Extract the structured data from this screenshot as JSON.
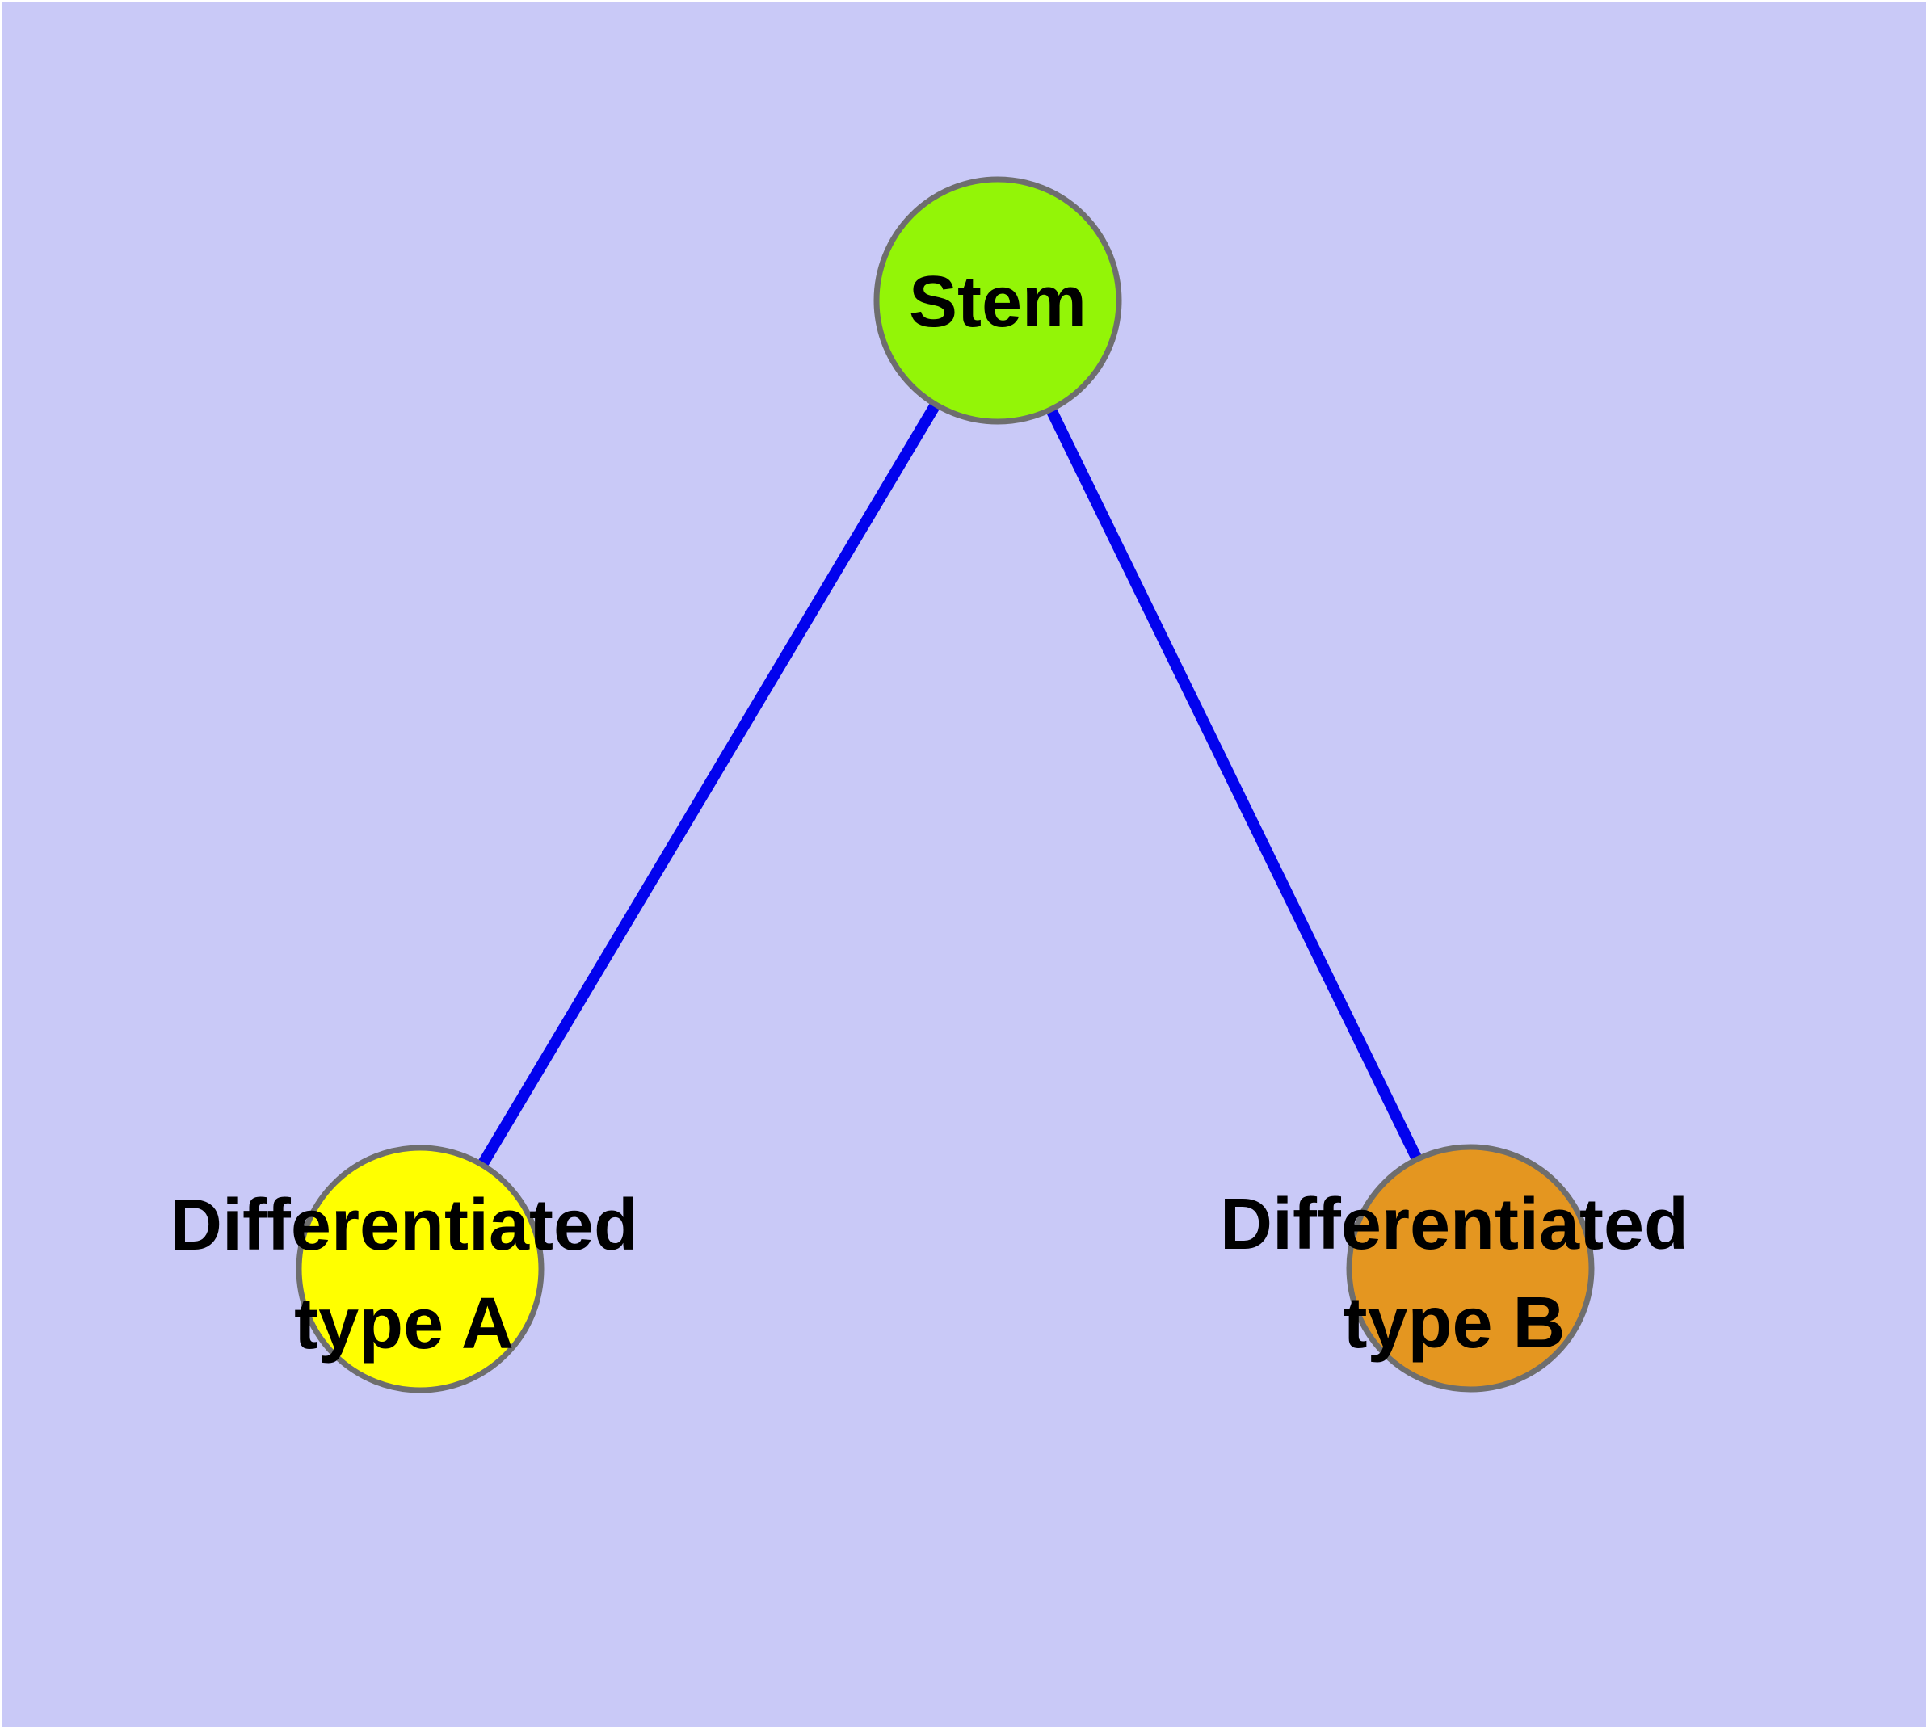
{
  "figure": {
    "type": "graph-diagram",
    "background_color": "#c9c9f7",
    "frame_color": "#ffffff",
    "edge_color": "#0202ee",
    "node_border_color": "#6e6e6e",
    "label_color": "#000000",
    "nodes": {
      "stem": {
        "label": "Stem",
        "fill": "#93f507"
      },
      "type_a": {
        "label_line1": "Differentiated",
        "label_line2": "type A",
        "fill": "#ffff00"
      },
      "type_b": {
        "label_line1": "Differentiated",
        "label_line2": "type B",
        "fill": "#e49620"
      }
    },
    "edges": [
      {
        "from": "Stem",
        "to": "Differentiated type A"
      },
      {
        "from": "Stem",
        "to": "Differentiated type B"
      }
    ]
  }
}
